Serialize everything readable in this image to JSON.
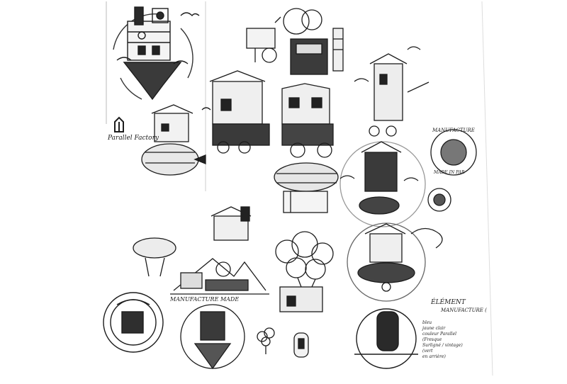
{
  "sheet": {
    "background": "#ffffff",
    "ink": "#1c1c1c",
    "pencil": "#555555"
  },
  "labels": {
    "logo_caption": "Parallel Factory",
    "banner_left": "MANUFACTURE MADE",
    "stamp_top": "MANUFACTURE",
    "stamp_bottom": "MADE IN PAR",
    "element_title": "ÉLÉMENT",
    "element_subtitle": "MANUFACTURE (",
    "notes": [
      "bleu",
      "jaune clair",
      "couleur Parallel",
      "(Fresque",
      "Surligné / vintage)",
      "(vert",
      "en arrière)"
    ]
  }
}
